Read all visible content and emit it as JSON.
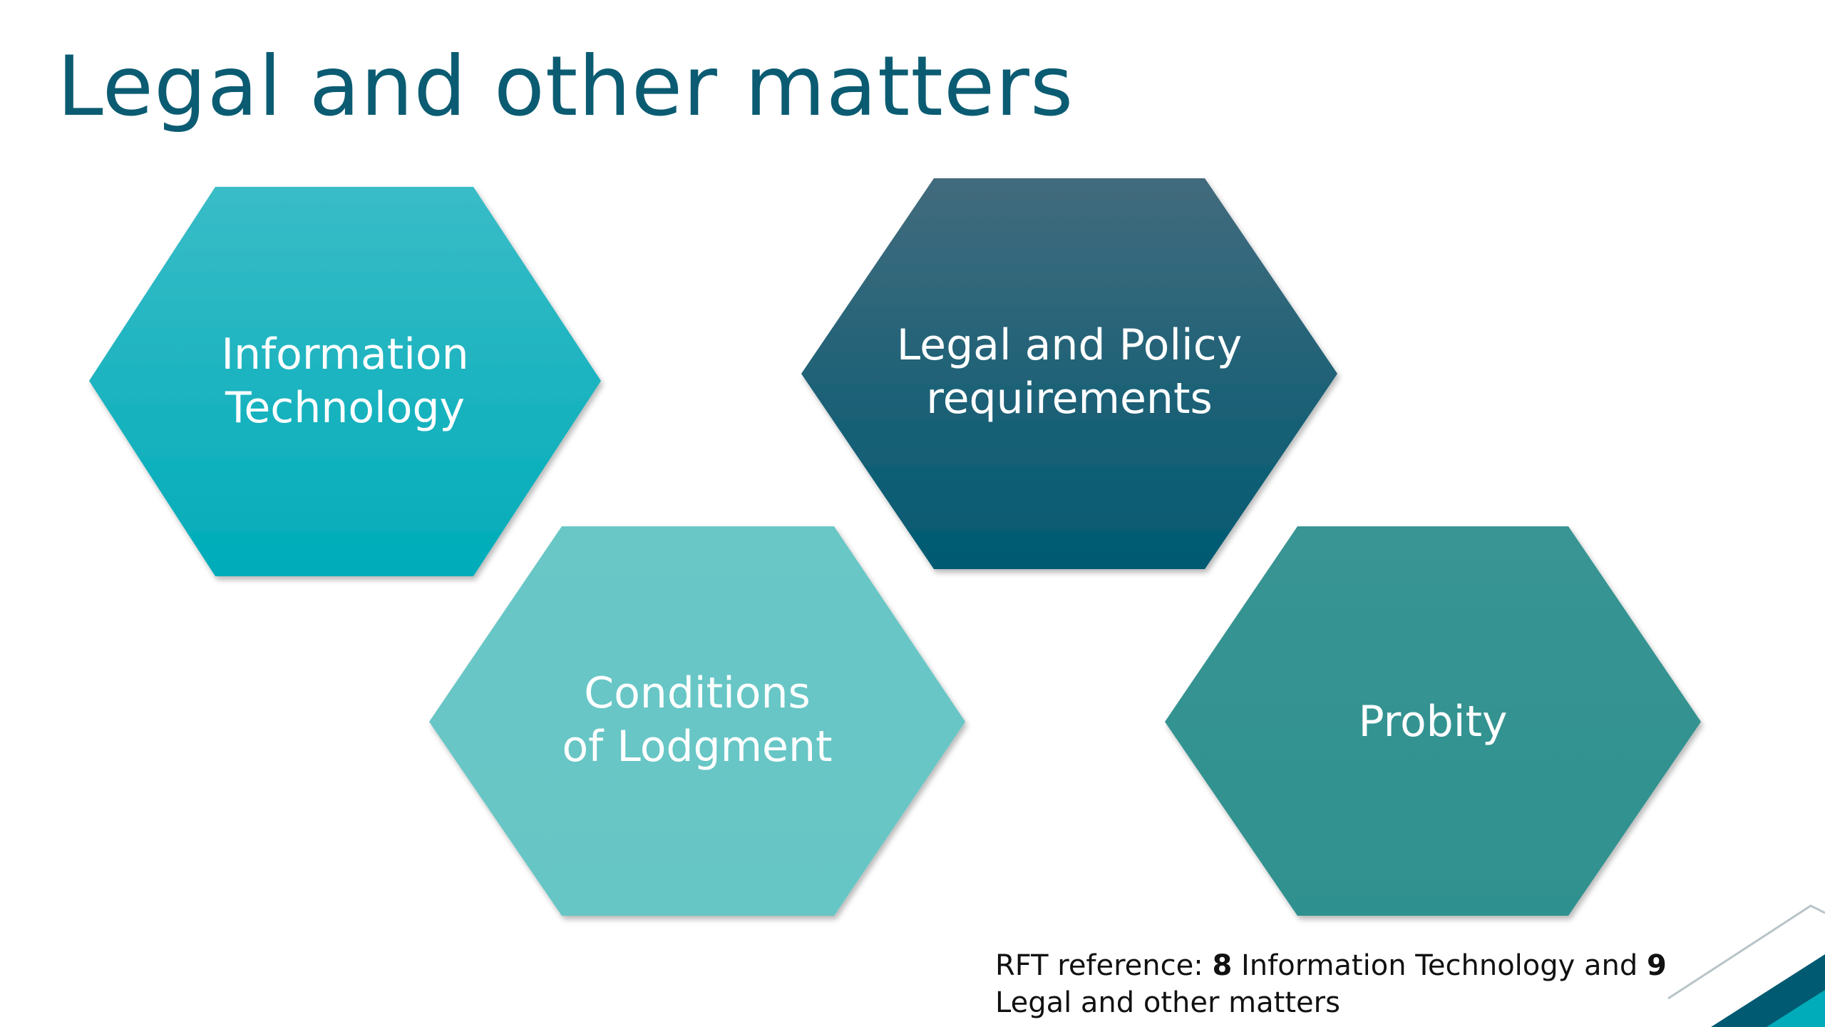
{
  "slide": {
    "title": "Legal and other matters"
  },
  "hexagons": [
    {
      "id": "information-technology",
      "label": "Information\nTechnology",
      "fill_top": "#39bcc7",
      "fill_bottom": "#00acb9"
    },
    {
      "id": "legal-policy",
      "label": "Legal and Policy\nrequirements",
      "fill_top": "#426b7d",
      "fill_bottom": "#005a72"
    },
    {
      "id": "conditions-of-lodgment",
      "label": "Conditions\nof Lodgment",
      "fill_top": "#69c7c6",
      "fill_bottom": "#66c6c5"
    },
    {
      "id": "probity",
      "label": "Probity",
      "fill_top": "#389593",
      "fill_bottom": "#2f918f"
    }
  ],
  "footer": {
    "prefix": "RFT reference: ",
    "num1": "8",
    "mid": " Information Technology and ",
    "num2": "9",
    "suffix": " Legal and other matters"
  },
  "colors": {
    "title": "#0b5c72",
    "corner_dark": "#005a72",
    "corner_light": "#00acb9"
  }
}
